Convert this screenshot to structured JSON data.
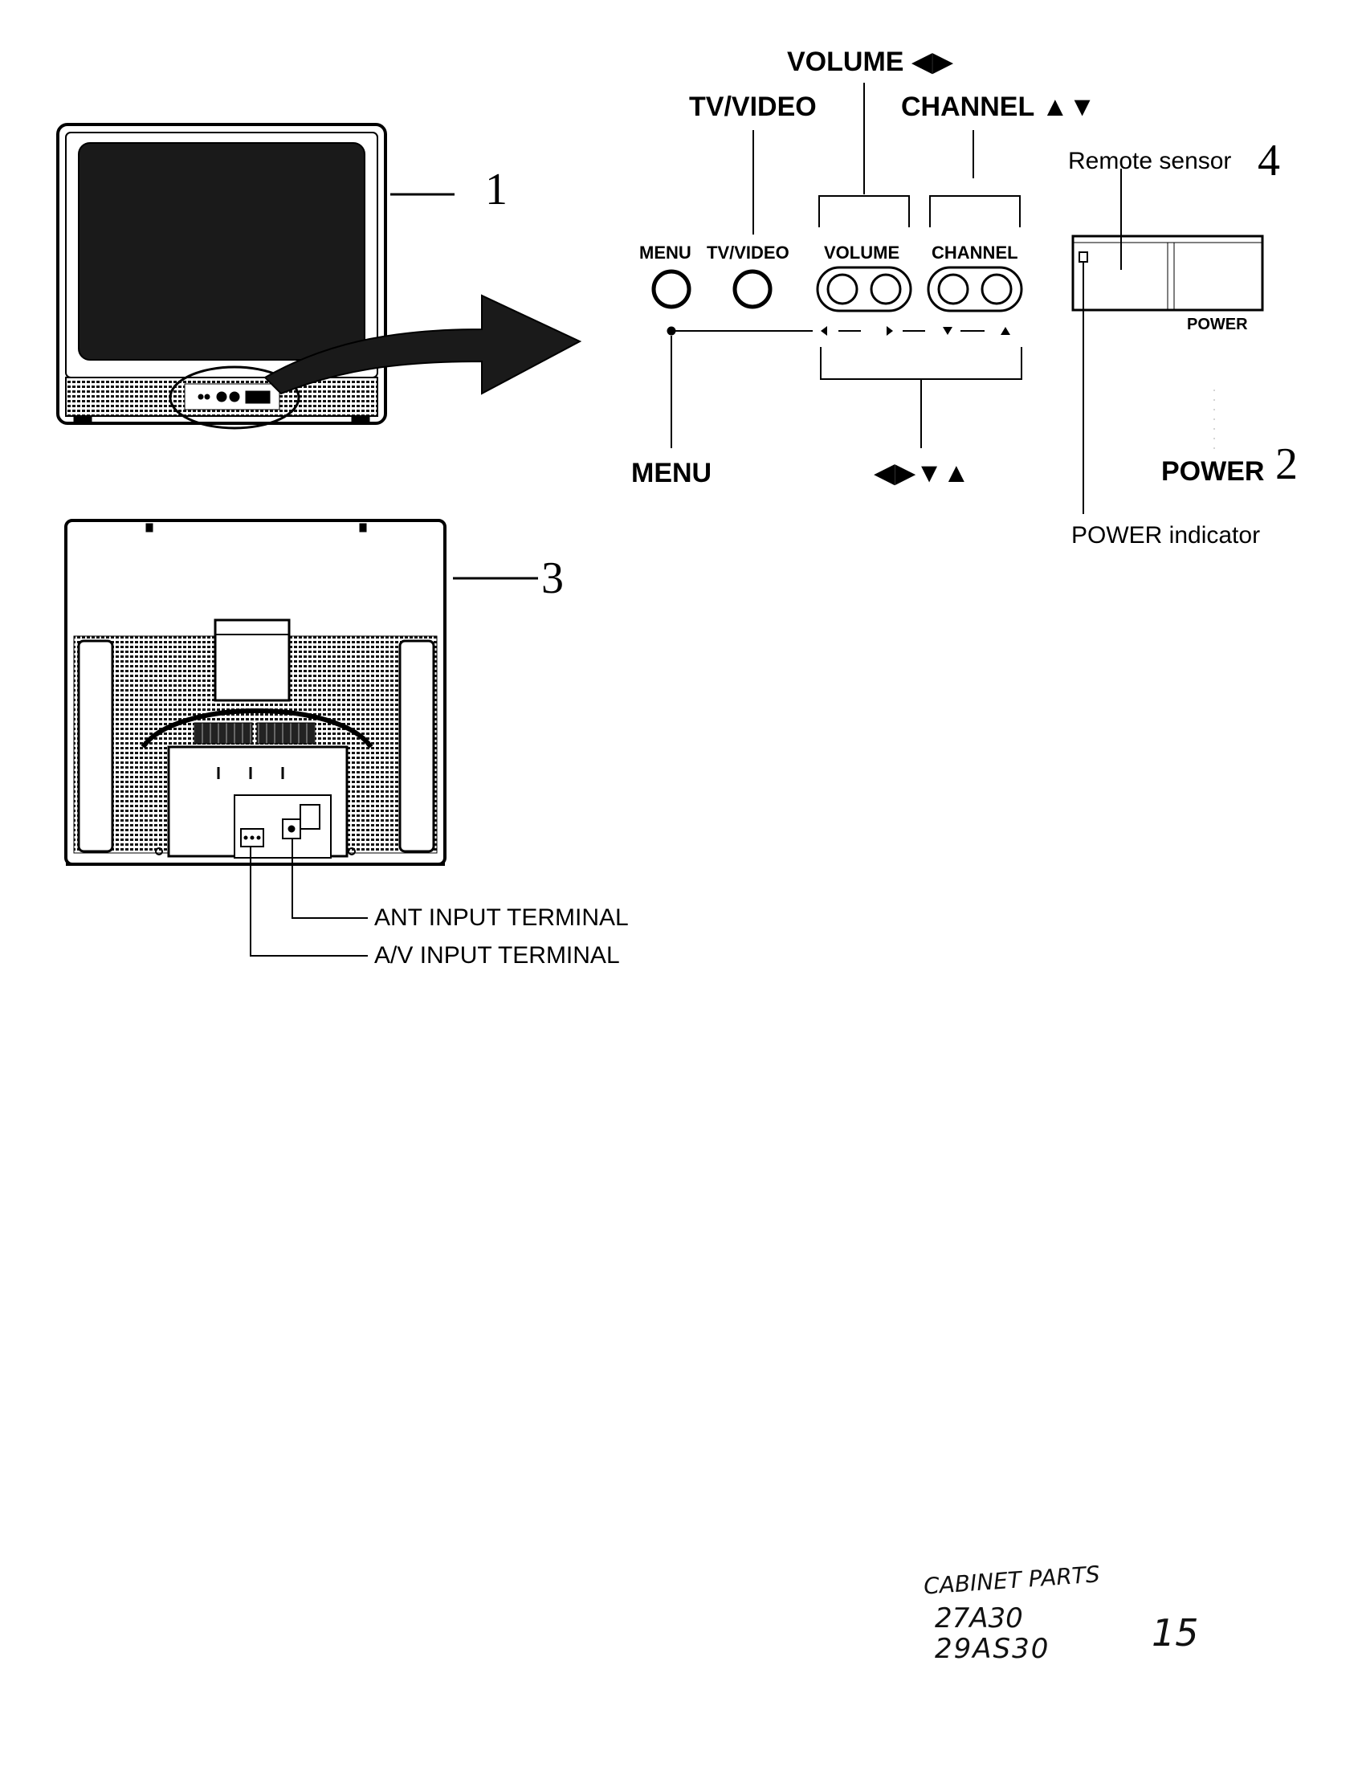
{
  "front_panel": {
    "top_labels": {
      "volume": "VOLUME ◀▶",
      "tv_video": "TV/VIDEO",
      "channel": "CHANNEL ▲▼"
    },
    "button_labels": {
      "menu": "MENU",
      "tv_video": "TV/VIDEO",
      "volume": "VOLUME",
      "channel": "CHANNEL"
    },
    "bottom_labels": {
      "menu": "MENU",
      "arrows": "◀▶▼▲"
    }
  },
  "callouts": {
    "tv_front": "1",
    "power": "2",
    "tv_rear": "3",
    "remote_sensor": "4"
  },
  "right_labels": {
    "remote_sensor": "Remote sensor",
    "power_small": "POWER",
    "power": "POWER",
    "power_indicator": "POWER indicator"
  },
  "rear_labels": {
    "ant_input": "ANT INPUT TERMINAL",
    "av_input": "A/V INPUT TERMINAL"
  },
  "handwritten": {
    "line1": "CABINET PARTS",
    "line2": "27A30",
    "line3": "29AS30",
    "page": "15"
  }
}
